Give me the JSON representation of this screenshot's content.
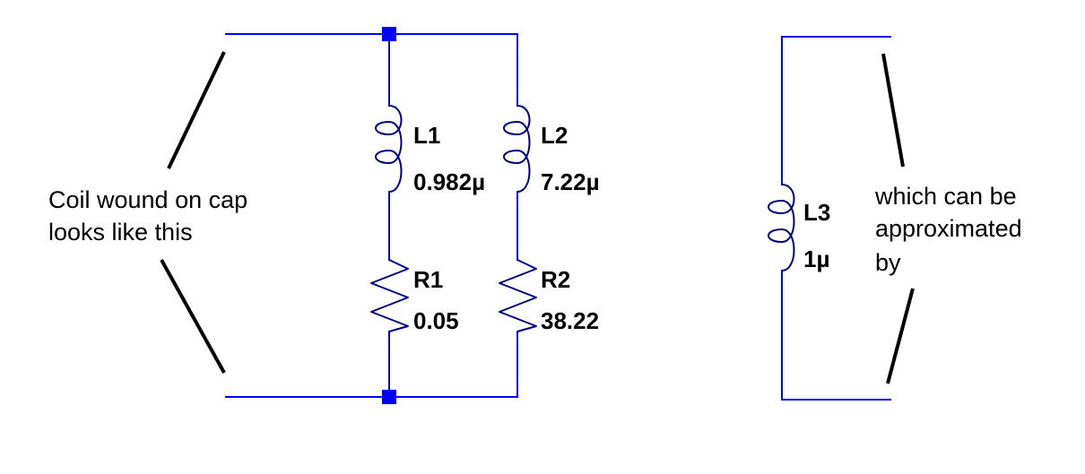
{
  "left_note": {
    "lines": [
      "Coil wound on cap",
      "looks like this"
    ]
  },
  "right_note": {
    "lines": [
      "which can be",
      "approximated",
      "by"
    ]
  },
  "components": {
    "L1": {
      "name": "L1",
      "value": "0.982µ"
    },
    "L2": {
      "name": "L2",
      "value": "7.22µ"
    },
    "R1": {
      "name": "R1",
      "value": "0.05"
    },
    "R2": {
      "name": "R2",
      "value": "38.22"
    },
    "L3": {
      "name": "L3",
      "value": "1µ"
    }
  },
  "colors": {
    "wire": "#0000ff",
    "component": "#000080",
    "text": "#000000",
    "background": "#ffffff"
  }
}
